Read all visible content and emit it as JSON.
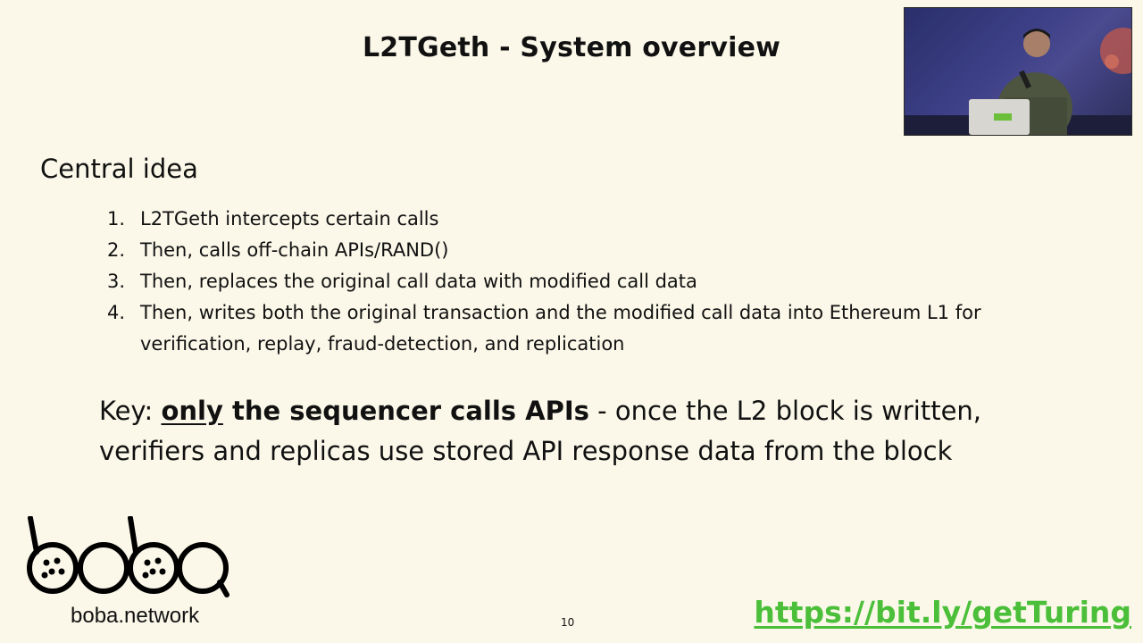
{
  "slide": {
    "title": "L2TGeth - System overview",
    "section_heading": "Central idea",
    "steps": [
      {
        "num": "1.",
        "text": "L2TGeth intercepts certain calls"
      },
      {
        "num": "2.",
        "text": "Then, calls off-chain APIs/RAND()"
      },
      {
        "num": "3.",
        "text": "Then, replaces the original call data with modified call data"
      },
      {
        "num": "4.",
        "text": "Then, writes both the original transaction and the modified call data into Ethereum L1 for verification, replay, fraud-detection, and replication"
      }
    ],
    "key": {
      "prefix": "Key: ",
      "emphasis_underlined": "only",
      "emphasis_bold": " the sequencer calls APIs",
      "rest": " - once the L2 block is written, verifiers and replicas use stored API response data from the block"
    },
    "logo": {
      "wordmark": "boba",
      "text": "boba.network"
    },
    "page_number": "10",
    "url": "https://bit.ly/getTuring"
  },
  "speaker_video": {
    "icon": "presenter-video"
  },
  "colors": {
    "background": "#fbf8e9",
    "text": "#111111",
    "url_green": "#4bbf3a"
  }
}
